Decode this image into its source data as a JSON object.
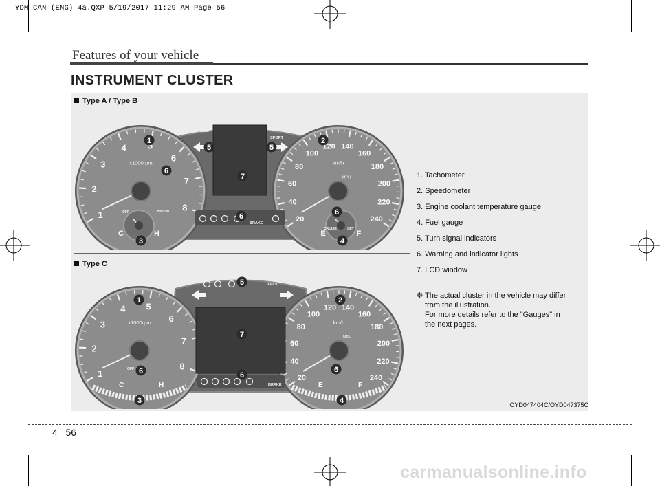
{
  "print_header": "YDM CAN (ENG) 4a.QXP  5/19/2017  11:29 AM  Page 56",
  "section_title": "Features of your vehicle",
  "heading": "INSTRUMENT CLUSTER",
  "type_ab_label": "Type A / Type B",
  "type_c_label": "Type C",
  "legend": [
    "1. Tachometer",
    "2. Speedometer",
    "3. Engine coolant temperature gauge",
    "4. Fuel gauge",
    "5. Turn signal indicators",
    "6. Warning and indicator lights",
    "7. LCD window"
  ],
  "note": {
    "mark": "❈",
    "line1": "The actual cluster in the vehicle may differ",
    "line2": "from the illustration.",
    "line3": "For more details refer to the \"Gauges\" in",
    "line4": "the next pages."
  },
  "image_code": "OYD047404C/OYD047375C",
  "chapter": "4",
  "page": "56",
  "watermark": "carmanualsonline.info",
  "callouts": [
    "1",
    "2",
    "3",
    "4",
    "5",
    "6",
    "7"
  ],
  "gauge_text": {
    "tach_numbers": [
      "1",
      "2",
      "3",
      "4",
      "5",
      "6",
      "7",
      "8"
    ],
    "tach_unit": "x1000rpm",
    "speed_numbers": [
      "20",
      "40",
      "60",
      "80",
      "100",
      "120",
      "140",
      "160",
      "180",
      "200",
      "220",
      "240"
    ],
    "speed_unit": "km/h",
    "mph_unit": "MPH",
    "cold": "C",
    "hot": "H",
    "empty": "E",
    "full": "F",
    "eco": "ECO",
    "sport": "SPORT",
    "brake": "BRAKE",
    "afls": "AFLS",
    "cruise": "CRUISE",
    "set": "SET",
    "off": "OFF",
    "key_out": "KEY OUT"
  },
  "colors": {
    "panel": "#ececec",
    "gauge_face": "#8c8c8c",
    "gauge_ring": "#b0b0b0",
    "lcd": "#3a3a3a",
    "callout": "#2b2b2b"
  }
}
